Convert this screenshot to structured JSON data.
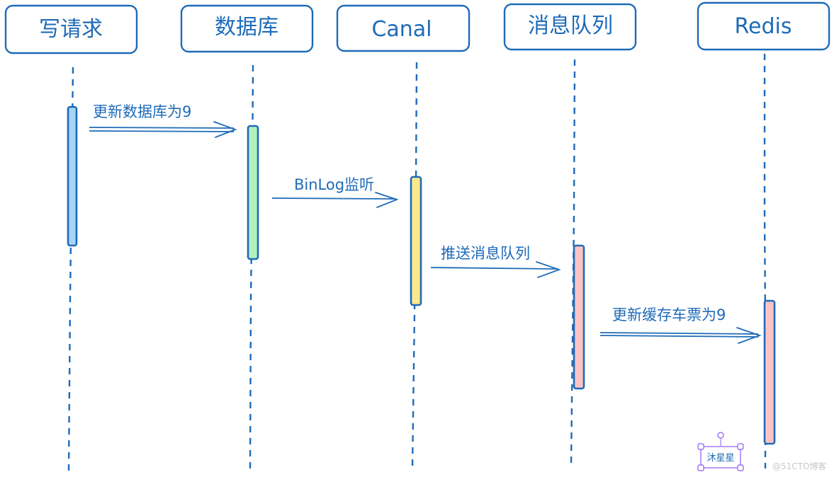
{
  "actors": [
    {
      "label": "写请求"
    },
    {
      "label": "数据库"
    },
    {
      "label": "Canal"
    },
    {
      "label": "消息队列"
    },
    {
      "label": "Redis"
    }
  ],
  "activations": [
    {
      "actor": 0,
      "color": "#a9d2f7"
    },
    {
      "actor": 1,
      "color": "#b2f0bf"
    },
    {
      "actor": 2,
      "color": "#fbe98e"
    },
    {
      "actor": 3,
      "color": "#fbc4c4"
    },
    {
      "actor": 4,
      "color": "#fbc4c4"
    }
  ],
  "messages": [
    {
      "from": 0,
      "to": 1,
      "label": "更新数据库为9"
    },
    {
      "from": 1,
      "to": 2,
      "label": "BinLog监听"
    },
    {
      "from": 2,
      "to": 3,
      "label": "推送消息队列"
    },
    {
      "from": 3,
      "to": 4,
      "label": "更新缓存车票为9"
    }
  ],
  "selection_label": "沐星星",
  "watermark": "@51CTO博客"
}
